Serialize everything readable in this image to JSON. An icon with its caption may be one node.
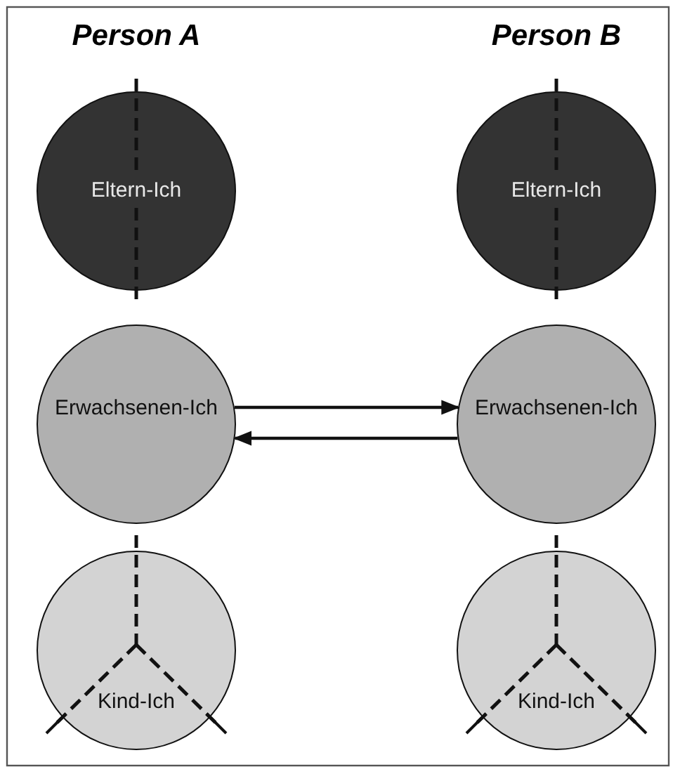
{
  "diagram": {
    "nodes": [
      {
        "text": [
          "Eltern-Ich"
        ]
      },
      {
        "text": [
          "Eltern-Ich"
        ]
      },
      {
        "text": [
          "Erwachsenen-Ich"
        ]
      },
      {
        "text": [
          "Erwachsenen-Ich"
        ]
      },
      {
        "text": [
          "Kind-Ich"
        ]
      },
      {
        "text": [
          "Kind-Ich"
        ]
      }
    ],
    "edges": [
      {
        "from": 2,
        "to": 3,
        "arrow": "to"
      },
      {
        "from": 3,
        "to": 2,
        "arrow": "to"
      }
    ],
    "labels": [
      "Person A",
      "Person B"
    ]
  }
}
